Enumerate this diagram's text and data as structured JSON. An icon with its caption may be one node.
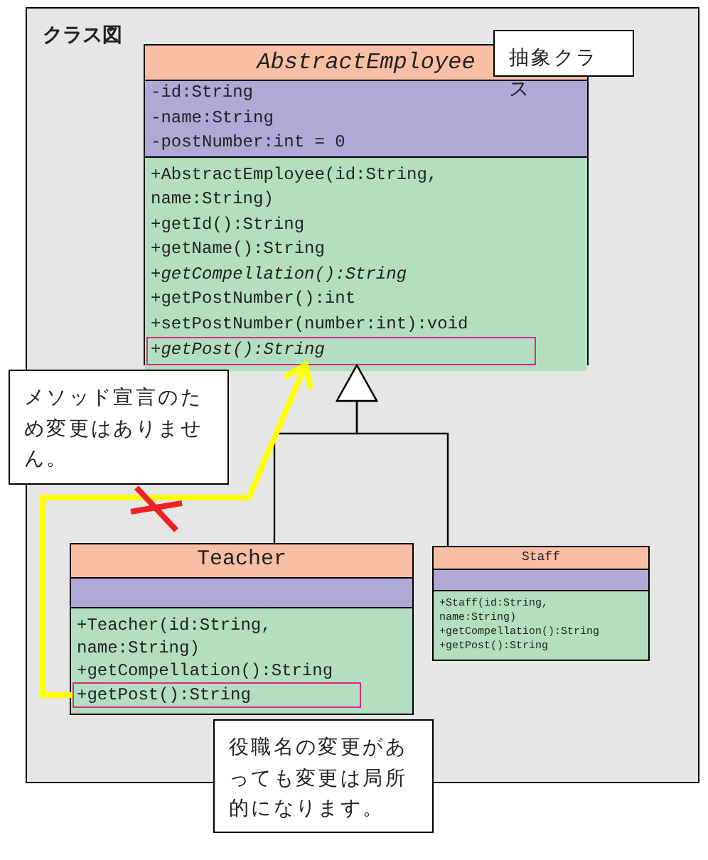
{
  "diagram": {
    "nodes": [
      {
        "text": [
          "クラス図"
        ]
      },
      {
        "text": [
          "AbstractEmployee",
          "-id:String",
          "-name:String",
          "-postNumber:int = 0",
          "+AbstractEmployee(id:String, name:String)",
          "+getId():String",
          "+getName():String",
          "+*getCompellation():String*",
          "+getPostNumber():int",
          "+setPostNumber(number:int):void"
        ],
        "in": 0
      },
      {
        "text": [
          "+*getPost():String*"
        ],
        "in": 1
      },
      {
        "text": [
          "抽象クラス"
        ],
        "in": 0
      },
      {
        "text": [
          "メソッド宣言のため変更はありません。"
        ]
      },
      {
        "text": [
          "Teacher",
          "+Teacher(id:String, name:String)",
          "+getCompellation():String"
        ],
        "in": 0
      },
      {
        "text": [
          "+getPost():String"
        ],
        "in": 5
      },
      {
        "text": [
          "Staff",
          "+Staff(id:String, name:String)",
          "+getCompellation():String",
          "+getPost():String"
        ],
        "in": 0
      },
      {
        "text": [
          "役職名の変更があっても変更は局所的になります。"
        ],
        "in": 0
      }
    ],
    "edges": [
      {
        "from": 5,
        "to": 1,
        "arrow": "to"
      },
      {
        "from": 7,
        "to": 1,
        "arrow": "to"
      },
      {
        "from": 6,
        "to": 2,
        "arrow": "to",
        "style": "thick",
        "color": "#ffff00"
      }
    ]
  }
}
